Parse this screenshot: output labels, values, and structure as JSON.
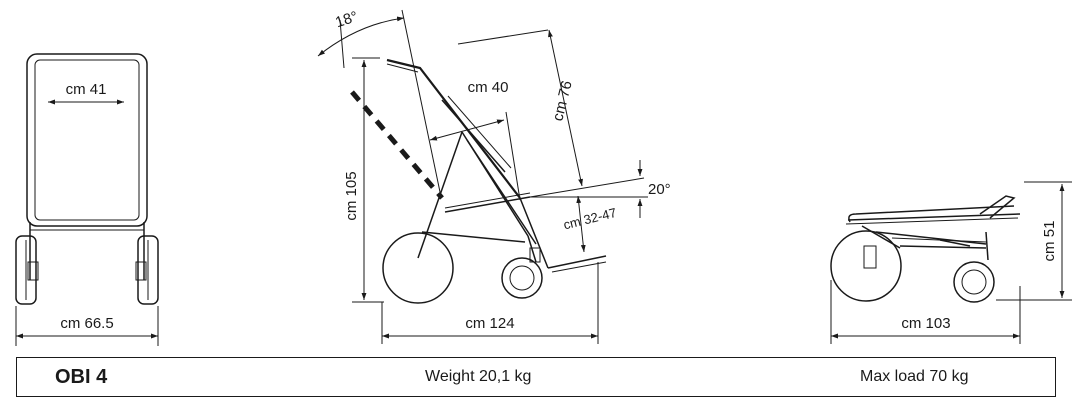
{
  "front_view": {
    "seat_width_label": "cm 41",
    "total_width_label": "cm 66.5"
  },
  "side_view": {
    "recline_angle_label": "18°",
    "seat_depth_label": "cm 40",
    "backrest_height_label": "cm 76",
    "total_height_label": "cm 105",
    "tilt_angle_label": "20°",
    "seat_height_label": "cm 32-47",
    "total_length_label": "cm 124"
  },
  "folded_view": {
    "folded_height_label": "cm 51",
    "folded_length_label": "cm 103"
  },
  "info_bar": {
    "model": "OBI 4",
    "weight": "Weight 20,1 kg",
    "max_load": "Max load 70 kg"
  }
}
